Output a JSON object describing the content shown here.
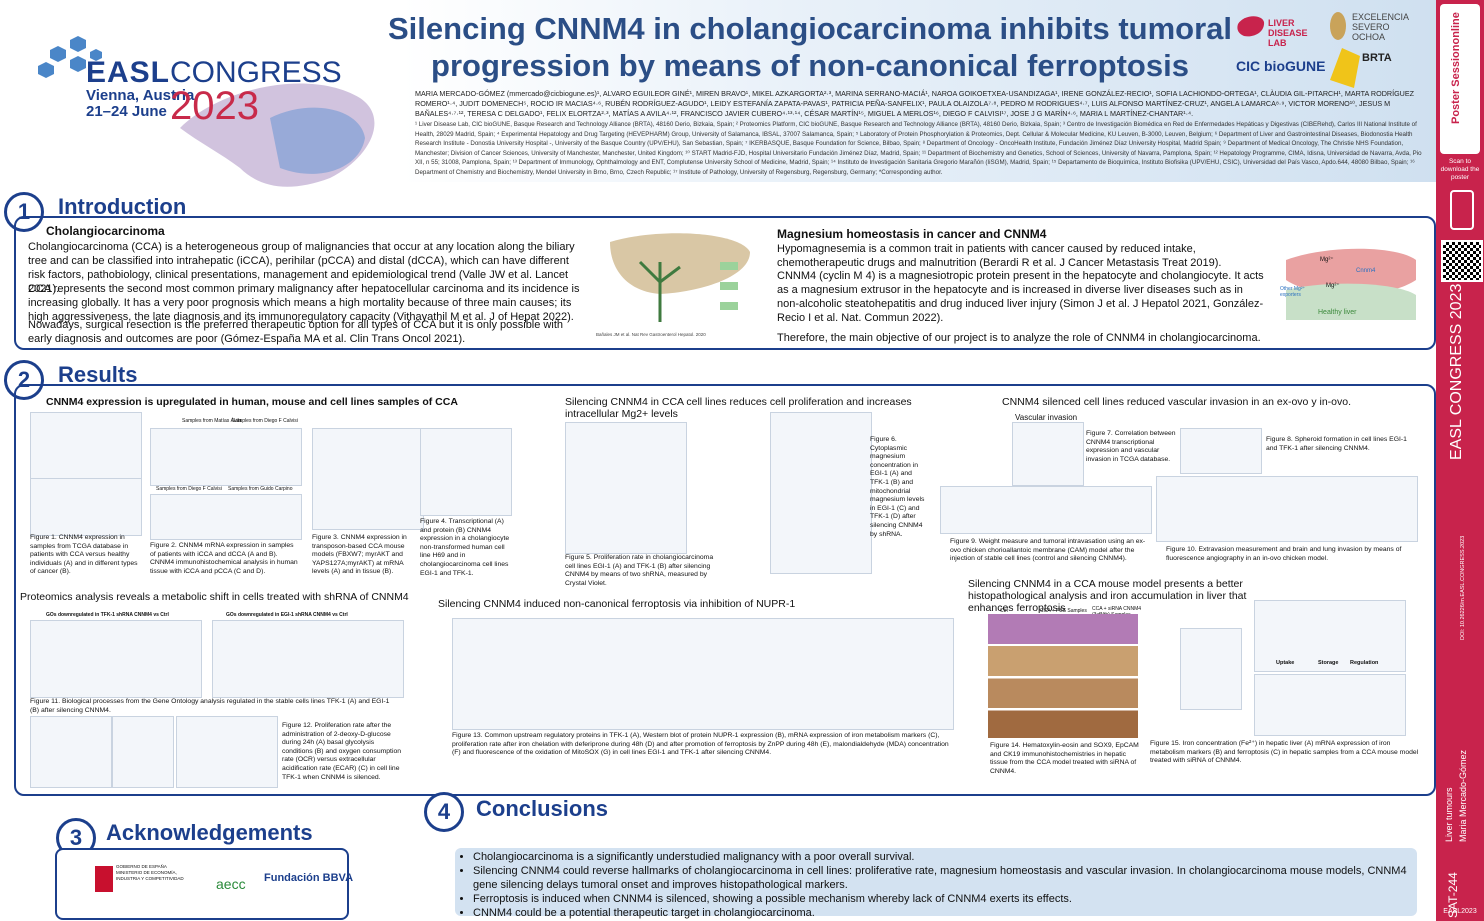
{
  "header": {
    "title": "Silencing CNNM4 in cholangiocarcinoma inhibits tumoral progression by means of non-canonical ferroptosis",
    "congress": {
      "easl": "EASL",
      "congress": "CONGRESS",
      "city": "Vienna, Austria",
      "dates": "21–24 June",
      "year": "2023"
    },
    "logos": [
      "LIVER DISEASE LAB",
      "CIC bioGUNE",
      "EXCELENCIA SEVERO OCHOA",
      "BRTA"
    ],
    "authors": "MARIA MERCADO-GÓMEZ (mmercado@cicbiogune.es)¹, ALVARO EGUILEOR GINÉ¹, MIREN BRAVO¹, MIKEL AZKARGORTA²·³, MARINA SERRANO-MACIÁ¹, NAROA GOIKOETXEA-USANDIZAGA¹, IRENE GONZÁLEZ-RECIO¹, SOFIA LACHIONDO-ORTEGA¹, CLÀUDIA GIL-PITARCH¹, MARTA RODRÍGUEZ ROMERO¹·⁴, JUDIT DOMENECH⁵, ROCIO IR MACIAS⁴·⁶, RUBÉN RODRÍGUEZ-AGUDO¹, LEIDY ESTEFANÍA ZAPATA-PAVAS¹, PATRICIA PEÑA-SANFELIX¹, PAULA OLAIZOLA⁷·⁸, PEDRO M RODRIGUES⁴·⁷, LUIS ALFONSO MARTÍNEZ-CRUZ¹, ANGELA LAMARCA⁸·⁹, VICTOR MORENO¹⁰, JESUS M BAÑALES⁴·⁷·¹², TERESA C DELGADO¹, FELIX ELORTZA²·³, MATÍAS A AVILA⁴·¹², FRANCISCO JAVIER CUBERO⁴·¹³·¹⁴, CÉSAR MARTÍN¹⁵, MIGUEL A MERLOS¹⁶, DIEGO F CALVISI¹⁷, JOSE J G MARÍN⁴·⁶, MARIA L MARTÍNEZ-CHANTAR¹·⁴.",
    "affiliations": "¹ Liver Disease Lab, CIC bioGUNE, Basque Research and Technology Alliance (BRTA), 48160 Derio, Bizkaia, Spain; ² Proteomics Platform, CIC bioGUNE, Basque Research and Technology Alliance (BRTA), 48160 Derio, Bizkaia, Spain; ³ Centro de Investigación Biomédica en Red de Enfermedades Hepáticas y Digestivas (CIBERehd), Carlos III National Institute of Health, 28029 Madrid, Spain; ⁴ Experimental Hepatology and Drug Targeting (HEVEPHARM) Group, University of Salamanca, IBSAL, 37007 Salamanca, Spain; ⁵ Laboratory of Protein Phosphorylation & Proteomics, Dept. Cellular & Molecular Medicine, KU Leuven, B-3000, Leuven, Belgium; ⁶ Department of Liver and Gastrointestinal Diseases, Biodonostia Health Research Institute - Donostia University Hospital -, University of the Basque Country (UPV/EHU), San Sebastian, Spain; ⁷ IKERBASQUE, Basque Foundation for Science, Bilbao, Spain; ⁸ Department of Oncology - OncoHealth Institute, Fundación Jiménez Díaz University Hospital, Madrid Spain; ⁹ Department of Medical Oncology, The Christie NHS Foundation, Manchester; Division of Cancer Sciences, University of Manchester, Manchester, United Kingdom; ¹⁰ START Madrid-FJD, Hospital Universitario Fundación Jiménez Díaz, Madrid, Spain; ¹¹ Department of Biochemistry and Genetics, School of Sciences, University of Navarra, Pamplona, Spain; ¹² Hepatology Programme, CIMA, Idisna, Universidad de Navarra, Avda, Pio XII, n 55; 31008, Pamplona, Spain; ¹³ Department of Immunology, Ophthalmology and ENT, Complutense University School of Medicine, Madrid, Spain; ¹⁴ Instituto de Investigación Sanitaria Gregorio Marañón (IiSGM), Madrid, Spain; ¹⁵ Departamento de Bioquímica, Instituto Biofisika (UPV/EHU, CSIC), Universidad del País Vasco, Apdo.644, 48080 Bilbao, Spain; ¹⁶ Department of Chemistry and Biochemistry, Mendel University in Brno, Brno, Czech Republic; ¹⁷ Institute of Pathology, University of Regensburg, Regensburg, Germany; *Corresponding author."
  },
  "sections": {
    "intro": {
      "num": "1",
      "title": "Introduction"
    },
    "results": {
      "num": "2",
      "title": "Results"
    },
    "ack": {
      "num": "3",
      "title": "Acknowledgements"
    },
    "conclusions": {
      "num": "4",
      "title": "Conclusions"
    }
  },
  "intro": {
    "cca_heading": "Cholangiocarcinoma",
    "cca_p1": "Cholangiocarcinoma (CCA) is a heterogeneous group of malignancies that occur at any location along the biliary tree and can be classified into intrahepatic (iCCA), perihilar (pCCA) and distal (dCCA), which can have different risk factors, pathobiology, clinical presentations, management and epidemiological trend (Valle JW et al. Lancet 2021).",
    "cca_p2": "CCA represents the second most common primary malignancy after hepatocellular carcinoma and its incidence is increasing globally. It has a very poor prognosis which means a high mortality because of three main causes; its high aggressiveness, the late diagnosis and its immunoregulatory capacity (Vithayathil M et al. J of Hepat 2022).",
    "cca_p3": "Nowadays, surgical resection is the preferred therapeutic option for all types of CCA but it is only possible with early diagnosis and outcomes are poor (Gómez-España MA et al. Clin Trans Oncol 2021).",
    "fig_ref": "Bañales JM et al. Nat Rev Gastroenterol Hepatol. 2020",
    "mg_heading": "Magnesium homeostasis in cancer and CNNM4",
    "mg_p1": "Hypomagnesemia is a common trait in patients with cancer caused by reduced intake, chemotherapeutic drugs and malnutrition (Berardi R et al. J Cancer Metastasis Treat 2019).",
    "mg_p2": "CNNM4 (cyclin M 4) is a magnesiotropic protein present in the hepatocyte and cholangiocyte. It acts as a magnesium extrusor in the hepatocyte and is increased in diverse liver diseases such as in non-alcoholic steatohepatitis and drug induced liver injury (Simon J et al. J Hepatol 2021, González-Recio I et al. Nat. Commun 2022).",
    "mg_p3": "Therefore, the main objective of our project is to analyze the role of CNNM4 in cholangiocarcinoma.",
    "mg_fig_labels": [
      "Mg²⁺",
      "Cnnm4",
      "Other Mg²⁺ exporters",
      "Mg²⁺",
      "Healthy liver"
    ]
  },
  "results": {
    "r1_heading": "CNNM4 expression is upregulated in human, mouse and cell lines samples of CCA",
    "r1_sub": [
      "Samples from Matías Ávila",
      "Samples from Diego F Calvisi",
      "Samples from Diego F Calvisi",
      "Samples from Guido Carpino"
    ],
    "fig1": "Figure 1. CNNM4 expression in samples from TCGA database in patients with CCA versus healthy individuals (A) and in different types of cancer (B).",
    "fig2": "Figure 2. CNNM4 mRNA expression in samples of patients with iCCA and dCCA (A and B). CNNM4 immunohistochemical analysis in human tissue with iCCA and pCCA (C and D).",
    "fig3": "Figure 3. CNNM4 expression in transposon-based CCA mouse models (FBXW7; myrAKT and YAPS127A;myrAKT) at mRNA levels (A) and in tissue (B).",
    "fig4": "Figure 4. Transcriptional (A) and protein (B) CNNM4 expression in a cholangiocyte non-transformed human cell line H69 and in cholangiocarcinoma cell lines EGI-1 and TFK-1.",
    "r2_heading": "Proteomics analysis reveals a metabolic shift in cells treated with shRNA of CNNM4",
    "r2_sub": [
      "GOs downregulated in TFK-1 shRNA CNNM4 vs Ctrl",
      "GOs downregulated in EGI-1 shRNA CNNM4 vs Ctrl"
    ],
    "fig11": "Figure 11. Biological processes from the Gene Ontology analysis regulated in the stable cells lines TFK-1 (A) and EGI-1 (B) after silencing CNNM4.",
    "fig12_titles": [
      "10mM 2-Deoxy-D-glucose (2-DG) 24h",
      "Basal Glycolysis",
      "Aerobic",
      "Energetic",
      "Quiescent",
      "Glycolytic"
    ],
    "fig12": "Figure 12. Proliferation rate after the administration of 2-deoxy-D-glucose during 24h (A) basal glycolysis conditions (B) and oxygen consumption rate (OCR) versus extracellular acidification rate (ECAR) (C) in cell line TFK-1 when CNNM4 is silenced.",
    "r3_heading": "Silencing CNNM4 in CCA cell lines reduces cell proliferation and increases intracellular Mg2+ levels",
    "fig5": "Figure 5. Proliferation rate in cholangiocarcinoma cell lines EGI-1 (A) and TFK-1 (B) after silencing CNNM4 by means of two shRNA, measured by Crystal Violet.",
    "fig6": "Figure 6. Cytoplasmic magnesium concentration in EGI-1 (A) and TFK-1 (B) and mitochondrial magnesium levels in EGI-1 (C) and TFK-1 (D) after silencing CNNM4 by shRNA.",
    "r4_heading": "CNNM4 silenced cell lines reduced vascular invasion in an ex-ovo y in-ovo.",
    "vasc_label": "Vascular invasion",
    "fig7": "Figure 7. Correlation between CNNM4 transcriptional expression and vascular invasion in TCGA database.",
    "fig8": "Figure 8. Spheroid formation in cell lines EGI-1 and TFK-1 after silencing CNNM4.",
    "fig9": "Figure 9. Weight measure and tumoral intravasation using an ex-ovo chicken chorioallantoic membrane (CAM) model after the injection of stable cell lines (control and silencing CNNM4).",
    "fig10": "Figure 10. Extravasion measurement and brain and lung invasion by means of fluorescence angiography in an in-ovo chicken model.",
    "r5_heading": "Silencing CNNM4 induced non-canonical ferroptosis via inhibition of NUPR-1",
    "fig13": "Figure 13. Common upstream regulatory proteins in TFK-1 (A), Western blot of protein NUPR-1 expression (B), mRNA expression of iron metabolism markers (C), proliferation rate after iron chelation with deferiprone during 48h (D) and after promotion of ferroptosis by ZnPP during 48h (E), malondialdehyde (MDA) concentration (F) and fluorescence of the oxidation of MitoSOX (G) in cell lines EGI-1 and TFK-1 after silencing CNNM4.",
    "r6_heading": "Silencing CNNM4 in a CCA mouse model presents a better histopathological analysis and iron accumulation in liver that enhances ferroptosis",
    "fig14_cols": [
      "Ctrl",
      "CCA + PBS Samples",
      "CCA + siRNA CNNM4 (3xfNth) Samples"
    ],
    "fig14": "Figure 14. Hematoxylin-eosin and SOX9, EpCAM and CK19 immunohistochemistries in hepatic tissue from the CCA model treated with siRNA of CNNM4.",
    "fig15_groups": [
      "Uptake",
      "Storage",
      "Regulation"
    ],
    "fig15": "Figure 15. Iron concentration (Fe²⁺) in hepatic liver (A) mRNA expression of iron metabolism markers (B) and ferroptosis (C) in hepatic samples from a CCA mouse model treated with siRNA of CNNM4."
  },
  "conclusions": [
    "Cholangiocarcinoma is a significantly understudied malignancy with a poor overall survival.",
    "Silencing CNNM4 could reverse hallmarks of cholangiocarcinoma in cell lines: proliferative rate, magnesium homeostasis and vascular invasion. In cholangiocarcinoma mouse models, CNNM4 gene silencing delays tumoral onset and improves histopathological markers.",
    "Ferroptosis is induced when CNNM4 is silenced, showing a possible mechanism whereby lack of CNNM4 exerts its effects.",
    "CNNM4 could be a potential therapeutic target in cholangiocarcinoma."
  ],
  "ack": {
    "logos": [
      "GOBIERNO DE ESPAÑA",
      "MINISTERIO DE ECONOMÍA, INDUSTRIA Y COMPETITIVIDAD",
      "aecc",
      "Fundación BBVA"
    ]
  },
  "sidebar": {
    "scan": "Scan to download the poster",
    "brand": "Poster Sessiononline",
    "easl": "EASL CONGRESS 2023",
    "doi": "DOI: 10.26226/m.EASL.CONGRESS.2023",
    "topic": "Liver tumours",
    "presenter": "Maria Mercado-Gómez",
    "code": "SAT-244",
    "footer": "EASL2023"
  },
  "colors": {
    "navy": "#1c3f8c",
    "title_blue": "#2b4e86",
    "accent_red": "#c8234c",
    "conclusion_bg": "#d3e2f1"
  }
}
